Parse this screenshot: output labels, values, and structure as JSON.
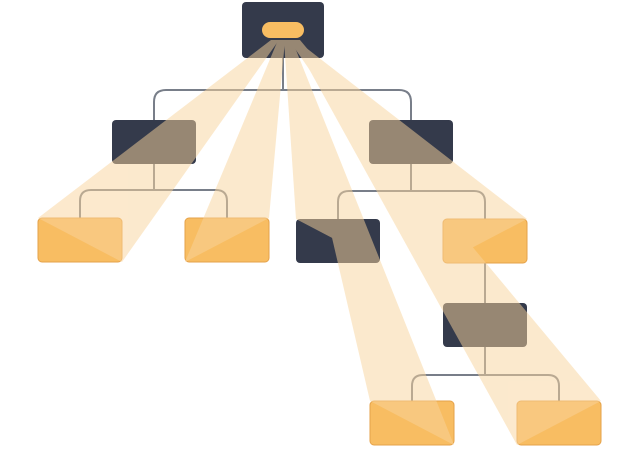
{
  "colors": {
    "dark_node": "#343a4b",
    "light_node": "#f8bd62",
    "light_node_border": "#e5a24a",
    "beam": "#f9d49c",
    "connector": "#787e89",
    "badge": "#f8bd62"
  },
  "diagram": {
    "type": "tree",
    "nodes": [
      {
        "id": "root",
        "kind": "dark",
        "has_badge": true
      },
      {
        "id": "l1-left",
        "kind": "dark",
        "parent": "root"
      },
      {
        "id": "l1-right",
        "kind": "dark",
        "parent": "root"
      },
      {
        "id": "l2-a",
        "kind": "light",
        "parent": "l1-left"
      },
      {
        "id": "l2-b",
        "kind": "light",
        "parent": "l1-left"
      },
      {
        "id": "l2-c",
        "kind": "dark",
        "parent": "l1-right"
      },
      {
        "id": "l2-d",
        "kind": "light",
        "parent": "l1-right"
      },
      {
        "id": "l3",
        "kind": "dark",
        "parent": "l2-d"
      },
      {
        "id": "l4-a",
        "kind": "light",
        "parent": "l3"
      },
      {
        "id": "l4-b",
        "kind": "light",
        "parent": "l3"
      }
    ],
    "beams_from": "root",
    "beam_targets": [
      "l2-a",
      "l2-b",
      "l2-c",
      "l2-d",
      "l4-a",
      "l4-b"
    ]
  }
}
